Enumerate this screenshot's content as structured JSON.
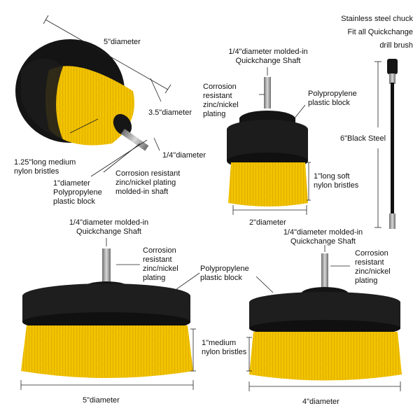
{
  "brush_cone": {
    "diameter_top": "5\"diameter",
    "diameter_mid": "3.5\"diameter",
    "shaft_diameter": "1/4\"diameter",
    "bristles": "1.25\"long medium\nnylon bristles",
    "block": "1\"diameter\nPolypropylene\nplastic block",
    "shaft": "Corrosion resistant\nzinc/nickel plating\nmolded-in shaft"
  },
  "brush_small": {
    "shaft": "1/4\"diameter molded-in\nQuickchange Shaft",
    "plating": "Corrosion\nresistant\nzinc/nickel\nplating",
    "block": "Polypropylene\nplastic block",
    "bristles": "1\"long soft\nnylon bristles",
    "diameter": "2\"diameter"
  },
  "extension": {
    "title": "Stainless steel chuck\nFit all Quickchange\ndrill brush",
    "length": "6\"Black Steel"
  },
  "brush_large": {
    "shaft": "1/4\"diameter molded-in\nQuickchange Shaft",
    "plating": "Corrosion\nresistant\nzinc/nickel\nplating",
    "block": "Polypropylene\nplastic block",
    "bristles": "1\"medium\nnylon bristles",
    "diameter": "5\"diameter"
  },
  "brush_medium": {
    "shaft": "1/4\"diameter molded-in\nQuickchange Shaft",
    "plating": "Corrosion\nresistant\nzinc/nickel\nplating",
    "diameter": "4\"diameter"
  },
  "colors": {
    "bristle": "#f2c400",
    "bristle_dark": "#d9a800",
    "block": "#1c1c1c",
    "metal": "#a8a8a8"
  }
}
